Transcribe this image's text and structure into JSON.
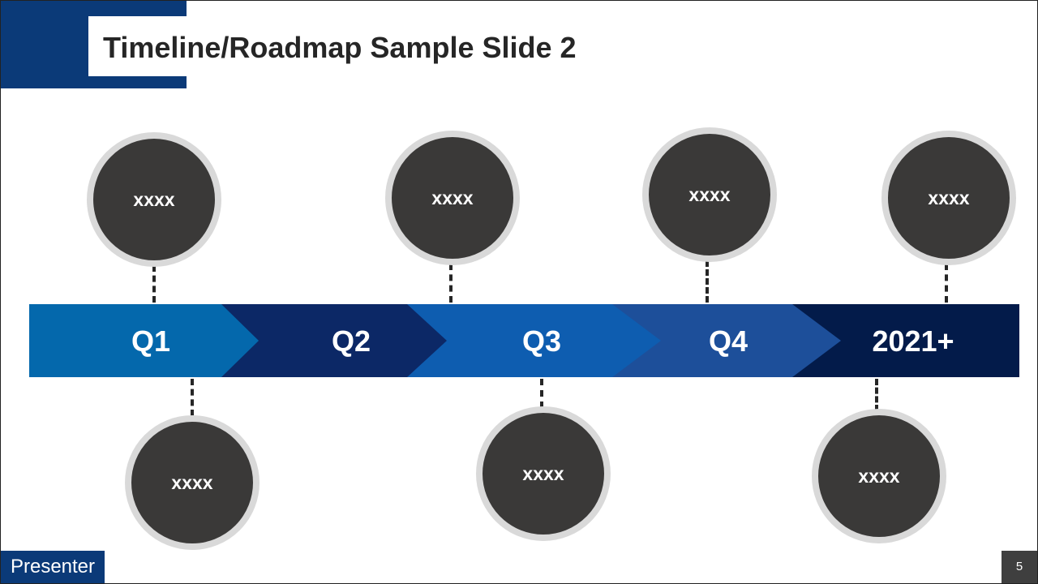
{
  "slide": {
    "title": "Timeline/Roadmap Sample Slide 2",
    "presenter": "Presenter",
    "page_number": "5",
    "colors": {
      "brand_blue": "#0b3a78",
      "bubble_fill": "#3a3938",
      "bubble_ring": "#d9d9d9"
    }
  },
  "timeline": {
    "segments": [
      {
        "label": "Q1",
        "color": "#0468ac"
      },
      {
        "label": "Q2",
        "color": "#0c2866"
      },
      {
        "label": "Q3",
        "color": "#0e5db0"
      },
      {
        "label": "Q4",
        "color": "#1d4f9a"
      },
      {
        "label": "2021+",
        "color": "#031b4a"
      }
    ],
    "bubbles_top": [
      "xxxx",
      "xxxx",
      "xxxx",
      "xxxx"
    ],
    "bubbles_bottom": [
      "xxxx",
      "xxxx",
      "xxxx"
    ]
  }
}
